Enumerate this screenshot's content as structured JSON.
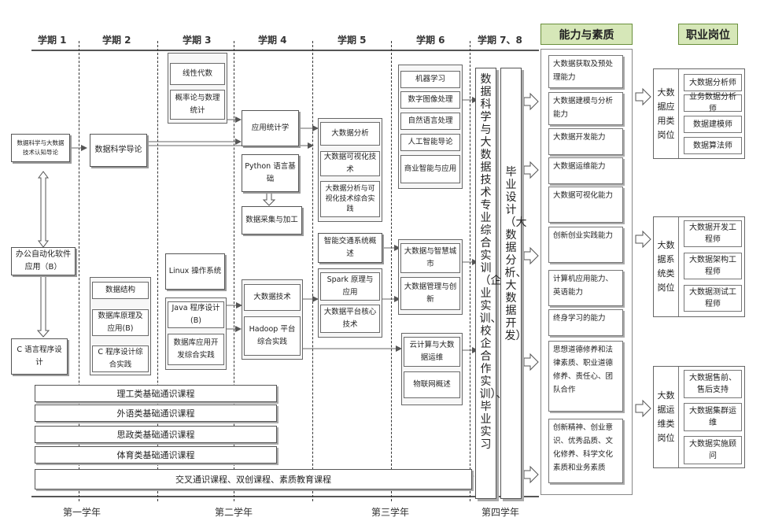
{
  "terms": [
    "学期 1",
    "学期 2",
    "学期 3",
    "学期 4",
    "学期 5",
    "学期 6",
    "学期 7、8"
  ],
  "headers": {
    "ability": "能力与素质",
    "career": "职业岗位"
  },
  "years": [
    "第一学年",
    "第二学年",
    "第三学年",
    "第四学年"
  ],
  "courses": {
    "intro_bigdata": "数据科学与大数据技术认知导论",
    "office": "办公自动化软件应用（B）",
    "c_lang": "C 语言程序设计",
    "ds_intro": "数据科学导论",
    "data_structure": "数据结构",
    "db_principle": "数据库原理及应用(B)",
    "c_practice": "C 程序设计综合实践",
    "linear_algebra": "线性代数",
    "probability": "概率论与数理统计",
    "linux": "Linux 操作系统",
    "java": "Java 程序设计(B)",
    "db_dev": "数据库应用开发综合实践",
    "applied_stats": "应用统计学",
    "python": "Python 语言基础",
    "data_collect": "数据采集与加工",
    "bigdata_tech": "大数据技术",
    "hadoop": "Hadoop 平台综合实践",
    "bigdata_analysis": "大数据分析",
    "bigdata_visual": "大数据可视化技术",
    "analysis_visual_practice": "大数据分析与可视化技术综合实践",
    "smart_traffic": "智能交通系统概述",
    "spark": "Spark 原理与应用",
    "platform_core": "大数据平台核心技术",
    "machine_learning": "机器学习",
    "image_processing": "数字图像处理",
    "nlp": "自然语言处理",
    "ai_intro": "人工智能导论",
    "business_ai": "商业智能与应用",
    "smart_city": "大数据与智慧城市",
    "data_mgmt": "大数据管理与创新",
    "cloud_ops": "云计算与大数据运维",
    "iot": "物联网概述"
  },
  "general": [
    "理工类基础通识课程",
    "外语类基础通识课程",
    "思政类基础通识课程",
    "体育类基础通识课程",
    "交叉通识课程、双创课程、素质教育课程"
  ],
  "term78": {
    "training": "数据科学与大数据技术专业综合实训（企业实训、校企合作实训）、毕业实习",
    "thesis": "毕业设计（大数据分析、大数据开发）"
  },
  "abilities": [
    "大数据获取及预处理能力",
    "大数据建模与分析能力",
    "大数据开发能力",
    "大数据运维能力",
    "大数据可视化能力",
    "创新创业实践能力",
    "计算机应用能力、英语能力",
    "终身学习的能力",
    "思想道德修养和法律素质、职业道德修养、责任心、团队合作",
    "创新精神、创业意识、优秀品质、文化修养、科学文化素质和业务素质"
  ],
  "jobs": [
    {
      "category": "大数据应用类岗位",
      "roles": [
        "大数据分析师",
        "业务数据分析师",
        "数据建模师",
        "数据算法师"
      ]
    },
    {
      "category": "大数据系统类岗位",
      "roles": [
        "大数据开发工程师",
        "大数据架构工程师",
        "大数据测试工程师"
      ]
    },
    {
      "category": "大数据运维类岗位",
      "roles": [
        "大数据售前、售后支持",
        "大数据集群运维",
        "大数据实施顾问"
      ]
    }
  ]
}
